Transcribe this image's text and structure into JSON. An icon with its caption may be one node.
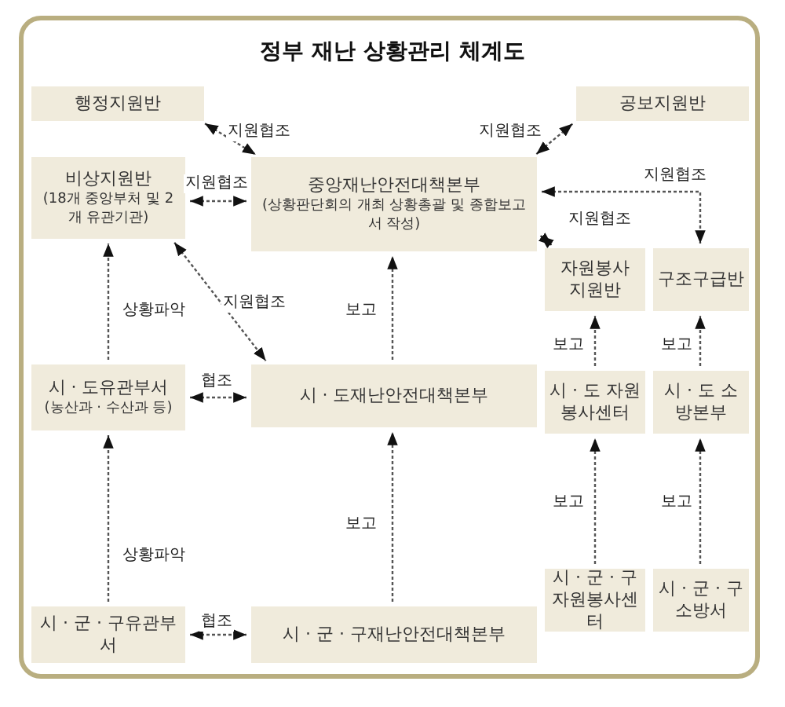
{
  "diagram": {
    "title": "정부 재난 상황관리 체계도",
    "nodes": [
      {
        "text": [
          "행정지원반"
        ]
      },
      {
        "text": [
          "공보지원반"
        ]
      },
      {
        "text": [
          "비상지원반",
          "(18개 중앙부처 및 2개 유관기관)"
        ]
      },
      {
        "text": [
          "중앙재난안전대책본부",
          "(상황판단회의 개최 상황총괄 및 종합보고서 작성)"
        ]
      },
      {
        "text": [
          "자원봉사 지원반"
        ]
      },
      {
        "text": [
          "구조구급반"
        ]
      },
      {
        "text": [
          "시 · 도유관부서",
          "(농산과 · 수산과 등)"
        ]
      },
      {
        "text": [
          "시 · 도재난안전대책본부"
        ]
      },
      {
        "text": [
          "시 · 도 자원봉사센터"
        ]
      },
      {
        "text": [
          "시 · 도 소방본부"
        ]
      },
      {
        "text": [
          "시 · 군 · 구유관부서"
        ]
      },
      {
        "text": [
          "시 · 군 · 구재난안전대책본부"
        ]
      },
      {
        "text": [
          "시 · 군 · 구 자원봉사센터"
        ]
      },
      {
        "text": [
          "시 · 군 · 구 소방서"
        ]
      }
    ],
    "edges": [
      {
        "from": 0,
        "to": 3,
        "arrow": "both",
        "label": "지원협조"
      },
      {
        "from": 1,
        "to": 3,
        "arrow": "both",
        "label": "지원협조"
      },
      {
        "from": 2,
        "to": 3,
        "arrow": "both",
        "label": "지원협조"
      },
      {
        "from": 3,
        "to": 5,
        "arrow": "both",
        "label": "지원협조"
      },
      {
        "from": 3,
        "to": 4,
        "arrow": "both",
        "label": "지원협조"
      },
      {
        "from": 2,
        "to": 7,
        "arrow": "both",
        "label": "지원협조"
      },
      {
        "from": 6,
        "to": 2,
        "arrow": "to",
        "label": "상황파악"
      },
      {
        "from": 7,
        "to": 3,
        "arrow": "to",
        "label": "보고"
      },
      {
        "from": 8,
        "to": 4,
        "arrow": "to",
        "label": "보고"
      },
      {
        "from": 9,
        "to": 5,
        "arrow": "to",
        "label": "보고"
      },
      {
        "from": 6,
        "to": 7,
        "arrow": "both",
        "label": "협조"
      },
      {
        "from": 10,
        "to": 6,
        "arrow": "to",
        "label": "상황파악"
      },
      {
        "from": 11,
        "to": 7,
        "arrow": "to",
        "label": "보고"
      },
      {
        "from": 12,
        "to": 8,
        "arrow": "to",
        "label": "보고"
      },
      {
        "from": 13,
        "to": 9,
        "arrow": "to",
        "label": "보고"
      },
      {
        "from": 10,
        "to": 11,
        "arrow": "both",
        "label": "협조"
      }
    ]
  }
}
